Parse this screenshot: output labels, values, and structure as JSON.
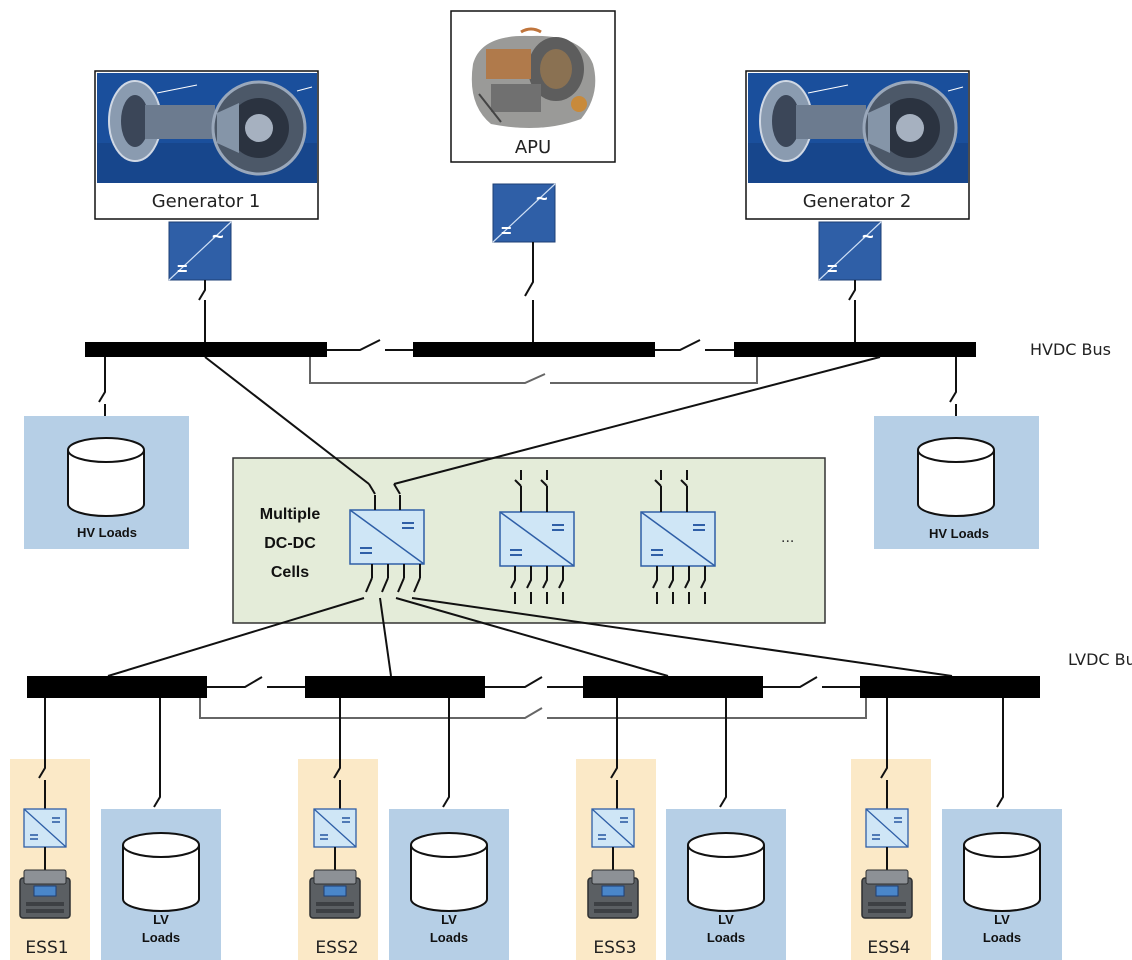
{
  "sources": {
    "gen1": {
      "label": "Generator 1"
    },
    "apu": {
      "label": "APU"
    },
    "gen2": {
      "label": "Generator 2"
    }
  },
  "converter_symbols": {
    "dc": "=",
    "ac": "~"
  },
  "buses": {
    "hvdc_label": "HVDC Bus",
    "lvdc_label": "LVDC Bus"
  },
  "hv_loads": [
    {
      "label": "HV Loads"
    },
    {
      "label": "HV Loads"
    }
  ],
  "dcdc": {
    "label_lines": [
      "Multiple",
      "DC-DC",
      "Cells"
    ],
    "ellipsis": "..."
  },
  "ess": [
    {
      "label": "ESS1"
    },
    {
      "label": "ESS2"
    },
    {
      "label": "ESS3"
    },
    {
      "label": "ESS4"
    }
  ],
  "lv_loads": [
    {
      "line1": "LV",
      "line2": "Loads"
    },
    {
      "line1": "LV",
      "line2": "Loads"
    },
    {
      "line1": "LV",
      "line2": "Loads"
    },
    {
      "line1": "LV",
      "line2": "Loads"
    }
  ],
  "colors": {
    "converter_blue": "#2f5fa7",
    "load_box": "#b6cfe6",
    "dcdc_panel": "#e4ecd9",
    "dcdc_cell": "#cfe6f6",
    "ess_panel": "#fbe9c7"
  },
  "icons": [
    "turbofan-generator-image",
    "apu-engine-image",
    "battery-icon",
    "load-cylinder-icon",
    "switch-icon"
  ]
}
